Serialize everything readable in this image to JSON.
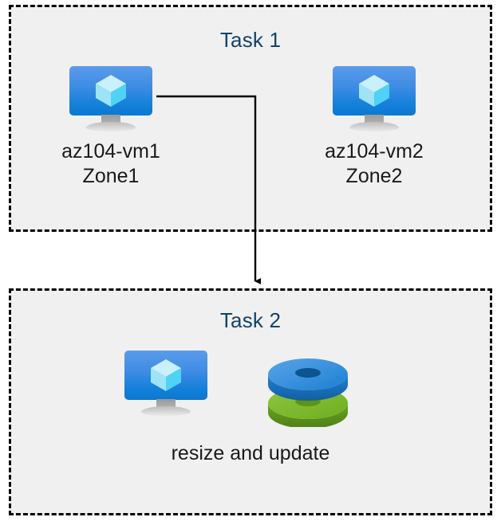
{
  "diagram": {
    "title": "Azure VM tasks diagram",
    "background_color": "#ffffff",
    "box_fill_color": "#f0f0f0",
    "box_border_color": "#000000",
    "title_color": "#12436b",
    "label_color": "#1a1a1a",
    "accent_blue": "#0078d4",
    "accent_green": "#7ab52c"
  },
  "task1": {
    "title": "Task 1",
    "nodes": [
      {
        "icon": "azure-vm-icon",
        "name": "az104-vm1",
        "zone": "Zone1"
      },
      {
        "icon": "azure-vm-icon",
        "name": "az104-vm2",
        "zone": "Zone2"
      }
    ]
  },
  "task2": {
    "title": "Task 2",
    "icons": [
      {
        "icon": "azure-vm-icon"
      },
      {
        "icon": "azure-disks-icon"
      }
    ],
    "caption": "resize and update"
  },
  "connector": {
    "from": "az104-vm1",
    "to": "Task 2",
    "style": "elbow-arrow",
    "color": "#000000"
  }
}
